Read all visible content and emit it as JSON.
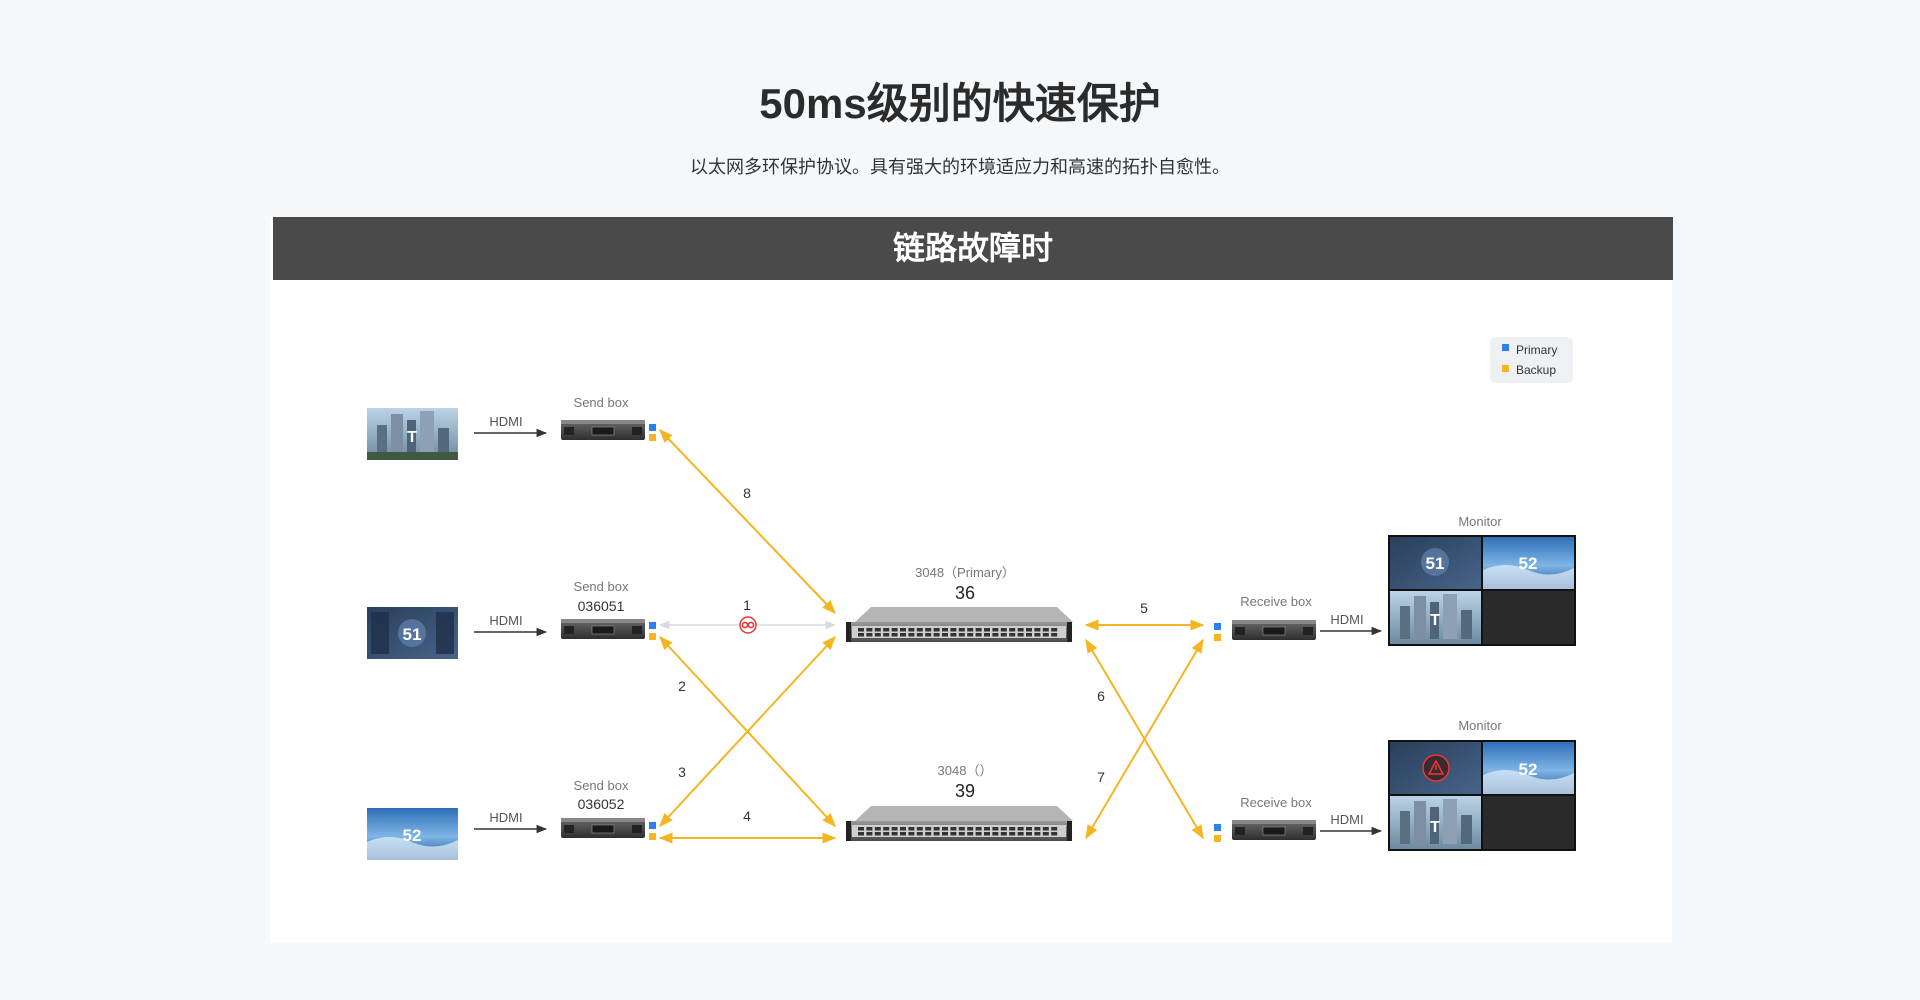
{
  "header": {
    "title": "50ms级别的快速保护",
    "subtitle": "以太网多环保护协议。具有强大的环境适应力和高速的拓扑自愈性。"
  },
  "panel": {
    "title": "链路故障时"
  },
  "legend": {
    "primary": "Primary",
    "backup": "Backup"
  },
  "colors": {
    "primary": "#2f7ff0",
    "backup": "#f5b520",
    "failed_link": "#d6dbe2",
    "fault_icon": "#e53935"
  },
  "sources": {
    "hdmi_label": "HDMI",
    "items": [
      {
        "badge": "T"
      },
      {
        "badge": "51"
      },
      {
        "badge": "52"
      }
    ]
  },
  "send_boxes": [
    {
      "label": "Send box",
      "id": ""
    },
    {
      "label": "Send box",
      "id": "036051"
    },
    {
      "label": "Send box",
      "id": "036052"
    }
  ],
  "switches": [
    {
      "label": "3048（Primary）",
      "number": "36"
    },
    {
      "label": "3048（）",
      "number": "39"
    }
  ],
  "receive_boxes": [
    {
      "label": "Receive box",
      "hdmi": "HDMI"
    },
    {
      "label": "Receive box",
      "hdmi": "HDMI"
    }
  ],
  "monitors": [
    {
      "label": "Monitor",
      "tiles": [
        "51",
        "52",
        "T",
        ""
      ]
    },
    {
      "label": "Monitor",
      "tiles": [
        "",
        "52",
        "T",
        ""
      ]
    }
  ],
  "links": [
    "1",
    "2",
    "3",
    "4",
    "5",
    "6",
    "7",
    "8"
  ]
}
